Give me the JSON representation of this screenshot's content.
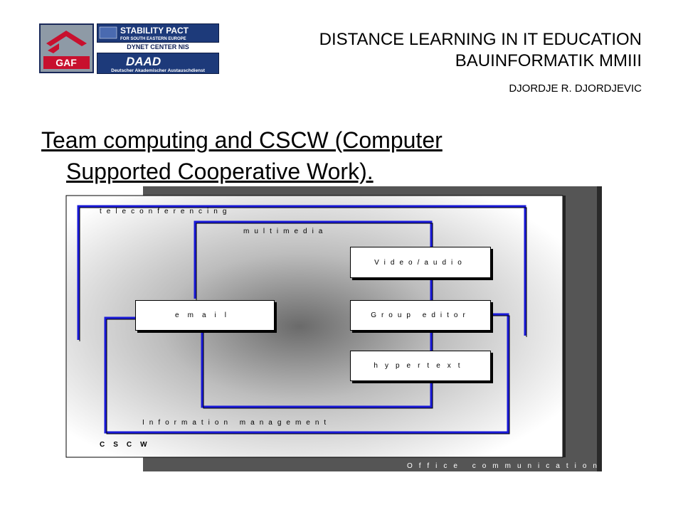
{
  "header": {
    "line1": "DISTANCE LEARNING IN IT EDUCATION",
    "line2": "BAUINFORMATIK MMIII",
    "line3": "DJORDJE R. DJORDJEVIC"
  },
  "logos": {
    "gaf": "GAF",
    "stability_pact": "STABILITY PACT",
    "stability_pact_sub": "FOR SOUTH EASTERN EUROPE",
    "dynet": "DYNET CENTER NIS",
    "daad": "DAAD",
    "daad_sub": "Deutscher Akademischer Austauschdienst"
  },
  "slide": {
    "title_line1": "Team computing and CSCW (Computer",
    "title_line2": "Supported Cooperative Work)."
  },
  "diagram": {
    "teleconferencing": "teleconferencing",
    "multimedia": "multimedia",
    "video_audio": "Video/audio",
    "email": "email",
    "group_editor": "Group editor",
    "hypertext": "hypertext",
    "information_management": "Information management",
    "cscw": "CSCW",
    "office_communication": "Office communication"
  },
  "colors": {
    "frame_blue": "#1a1ad8",
    "dark_panel": "#555555"
  }
}
